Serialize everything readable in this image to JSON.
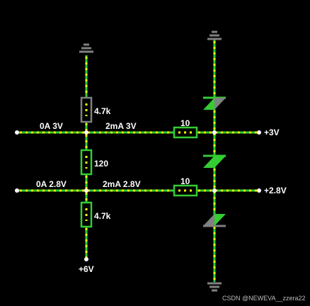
{
  "colors": {
    "background": "#000000",
    "wire": "#33cc33",
    "current_dot": "#ffff00",
    "component": "#33cc33",
    "component_outline_inactive": "#808080",
    "ground": "#808080",
    "text": "#ffffff"
  },
  "labels": {
    "r_top": "4.7k",
    "r_mid": "120",
    "r_bottom": "4.7k",
    "r_series_top": "10",
    "r_series_bottom": "10",
    "left_top_current": "0A 3V",
    "mid_top_current": "2mA 3V",
    "left_bottom_current": "0A 2.8V",
    "mid_bottom_current": "2mA 2.8V",
    "out_top": "+3V",
    "out_bottom": "+2.8V",
    "supply": "+6V"
  },
  "icons": {
    "ground": "ground-icon",
    "diode": "diode-icon",
    "terminal": "terminal-dot-icon"
  },
  "watermark": "CSDN @NEWEVA__zzera22"
}
